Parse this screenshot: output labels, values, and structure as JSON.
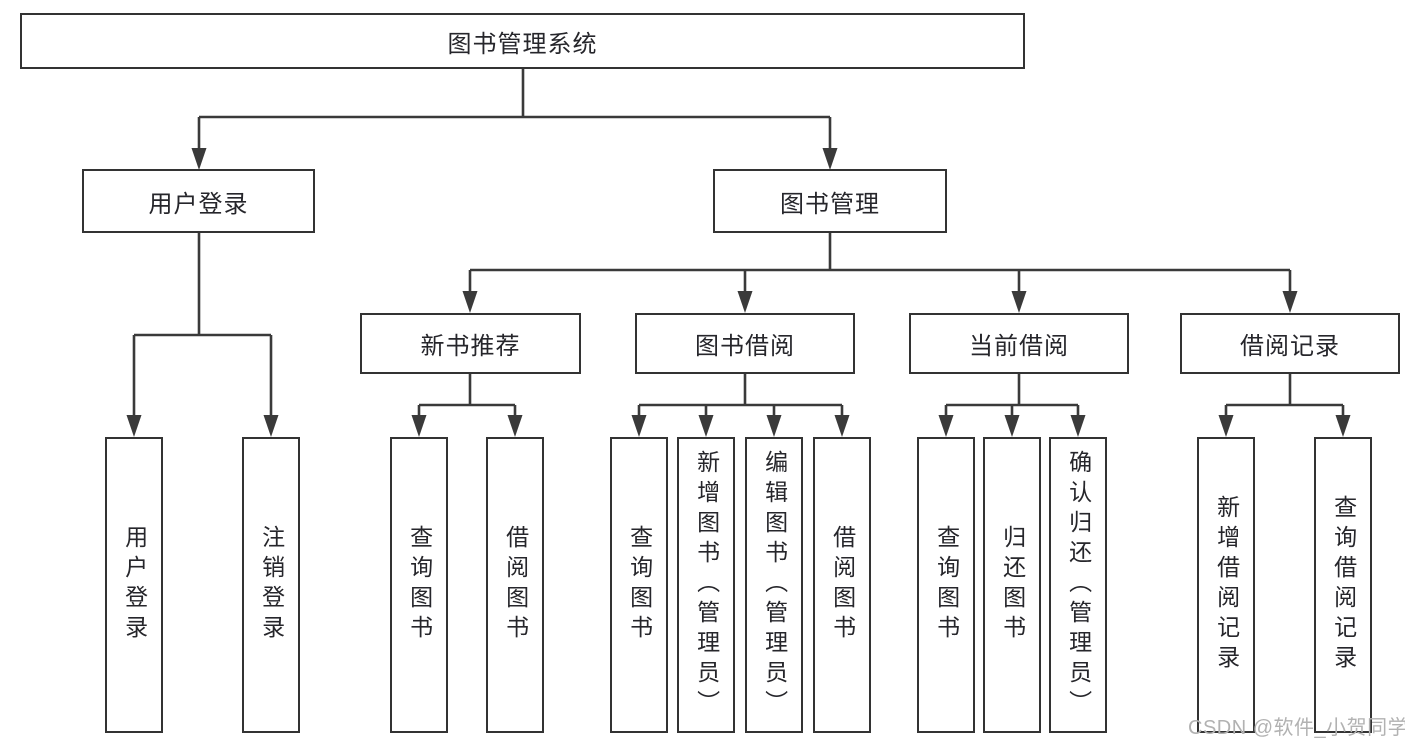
{
  "tree": {
    "root": {
      "label": "图书管理系统",
      "children": [
        {
          "label": "用户登录",
          "children": [
            {
              "label": "用户登录"
            },
            {
              "label": "注销登录"
            }
          ]
        },
        {
          "label": "图书管理",
          "children": [
            {
              "label": "新书推荐",
              "children": [
                {
                  "label": "查询图书"
                },
                {
                  "label": "借阅图书"
                }
              ]
            },
            {
              "label": "图书借阅",
              "children": [
                {
                  "label": "查询图书"
                },
                {
                  "label": "新增图书（管理员）"
                },
                {
                  "label": "编辑图书（管理员）"
                },
                {
                  "label": "借阅图书"
                }
              ]
            },
            {
              "label": "当前借阅",
              "children": [
                {
                  "label": "查询图书"
                },
                {
                  "label": "归还图书"
                },
                {
                  "label": "确认归还（管理员）"
                }
              ]
            },
            {
              "label": "借阅记录",
              "children": [
                {
                  "label": "新增借阅记录"
                },
                {
                  "label": "查询借阅记录"
                }
              ]
            }
          ]
        }
      ]
    }
  },
  "watermark": {
    "text": "CSDN @软件_小贺同学"
  },
  "colors": {
    "line": "#3a3a3a",
    "border": "#333333",
    "text": "#26262b",
    "watermark": "#b2b2b2",
    "background": "#ffffff"
  }
}
